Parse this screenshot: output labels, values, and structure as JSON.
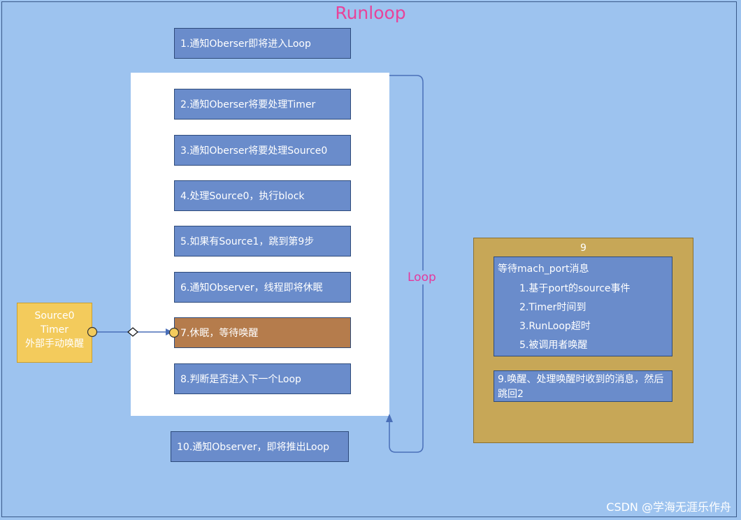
{
  "title": "Runloop",
  "steps": [
    "1.通知Oberser即将进入Loop",
    "2.通知Oberser将要处理Timer",
    "3.通知Oberser将要处理Source0",
    "4.处理Source0，执行block",
    "5.如果有Source1，跳到第9步",
    "6.通知Observer，线程即将休眠",
    "7.休眠，等待唤醒",
    "8.判断是否进入下一个Loop",
    "10.通知Observer，即将推出Loop"
  ],
  "source_box": {
    "line1": "Source0",
    "line2": "Timer",
    "line3": "外部手动唤醒"
  },
  "loop_label": "Loop",
  "step9": {
    "title": "9",
    "wait_header": "等待mach_port消息",
    "wait_items": [
      "1.基于port的source事件",
      "2.Timer时间到",
      "3.RunLoop超时",
      "5.被调用者唤醒"
    ],
    "wake_text": "9.唤醒、处理唤醒时收到的消息，然后跳回2"
  },
  "watermark": "CSDN @学海无涯乐作舟",
  "colors": {
    "background": "#9dc3ef",
    "step_fill": "#6a8ccb",
    "sleep_fill": "#b57c4c",
    "source_fill": "#f3cb5c",
    "gold_fill": "#c7a757",
    "title_color": "#e8439a"
  }
}
